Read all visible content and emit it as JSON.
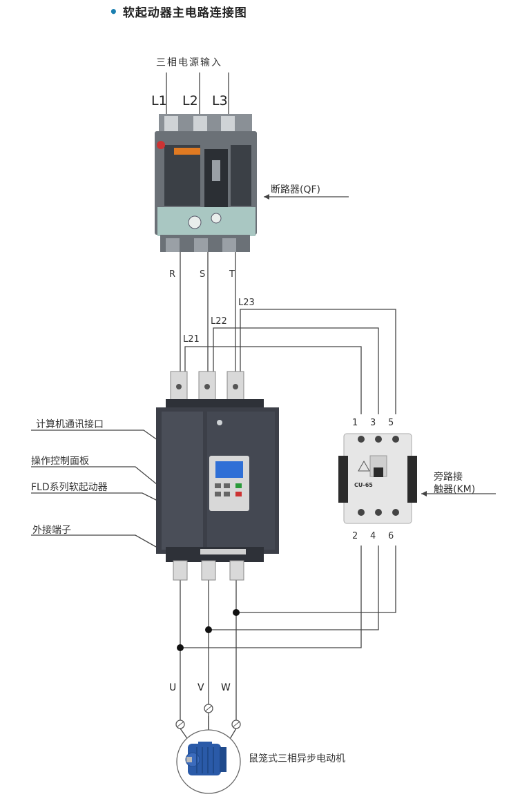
{
  "title": "软起动器主电路连接图",
  "power_input": "三相电源输入",
  "phases_in": [
    "L1",
    "L2",
    "L3"
  ],
  "breaker_label": "断路器(QF)",
  "line_labels": [
    "R",
    "S",
    "T"
  ],
  "bypass_lines": [
    "L21",
    "L22",
    "L23"
  ],
  "starter_callouts": [
    "计算机通讯接口",
    "操作控制面板",
    "FLD系列软起动器",
    "外接端子"
  ],
  "contactor_top_terminals": [
    "1",
    "3",
    "5"
  ],
  "contactor_bottom_terminals": [
    "2",
    "4",
    "6"
  ],
  "contactor_label_line1": "旁路接",
  "contactor_label_line2": "触器(KM)",
  "contactor_model": "CU-65",
  "outputs": [
    "U",
    "V",
    "W"
  ],
  "motor_label": "鼠笼式三相异步电动机",
  "colors": {
    "title_dot": "#1a7fb0",
    "starter_body": "#3c3f48",
    "breaker_body": "#6b7177",
    "motor": "#2a5aa8",
    "contactor": "#e6e6e6"
  }
}
